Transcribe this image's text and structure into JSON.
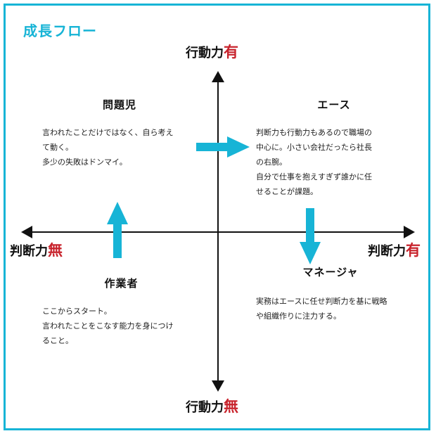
{
  "frame": {
    "border_color": "#17b4d6",
    "background": "#ffffff"
  },
  "title": "成長フロー",
  "colors": {
    "accent": "#17b4d6",
    "emphasis": "#c8232c",
    "axis": "#111111",
    "text": "#222222"
  },
  "axes": {
    "top": {
      "base": "行動力",
      "emph": "有"
    },
    "bottom": {
      "base": "行動力",
      "emph": "無"
    },
    "left": {
      "base": "判断力",
      "emph": "無"
    },
    "right": {
      "base": "判断力",
      "emph": "有"
    }
  },
  "quadrants": {
    "problem_child": {
      "title": "問題児",
      "body": "言われたことだけではなく、自ら考え\nて動く。\n多少の失敗はドンマイ。"
    },
    "ace": {
      "title": "エース",
      "body": "判断力も行動力もあるので職場の\n中心に。小さい会社だったら社長\nの右腕。\n自分で仕事を抱えすぎず誰かに任\nせることが課題。"
    },
    "worker": {
      "title": "作業者",
      "body": "ここからスタート。\n言われたことをこなす能力を身につけ\nること。"
    },
    "manager": {
      "title": "マネージャ",
      "body": "実務はエースに任せ判断力を基に戦略\nや組織作りに注力する。"
    }
  },
  "flow_arrows": [
    {
      "name": "worker-to-problem-child",
      "direction": "up"
    },
    {
      "name": "problem-child-to-ace",
      "direction": "right"
    },
    {
      "name": "ace-to-manager",
      "direction": "down"
    }
  ]
}
